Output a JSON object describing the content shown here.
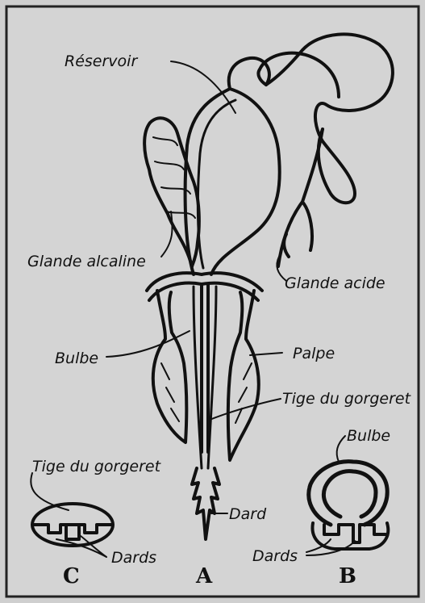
{
  "labels": {
    "reservoir": "Réservoir",
    "glande_alcaline": "Glande alcaline",
    "glande_acide": "Glande acide",
    "bulbe": "Bulbe",
    "palpe": "Palpe",
    "tige_du_gorgeret": "Tige du gorgeret",
    "dard": "Dard",
    "bulbe_b": "Bulbe",
    "dards_b": "Dards",
    "tige_du_gorgeret_c": "Tige du gorgeret",
    "dards_c": "Dards"
  },
  "figure_letters": {
    "a": "A",
    "b": "B",
    "c": "C"
  }
}
